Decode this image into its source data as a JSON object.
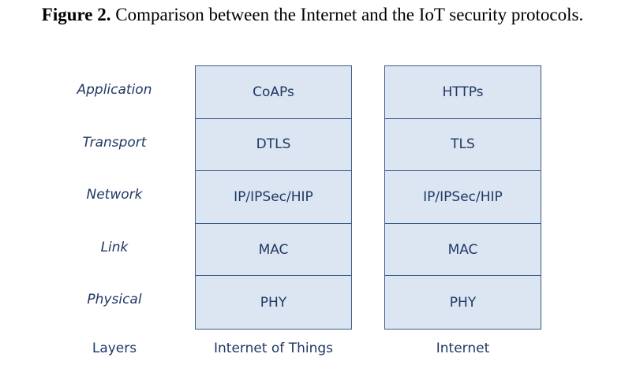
{
  "caption": {
    "label": "Figure 2.",
    "text": "Comparison between the Internet and the IoT security protocols."
  },
  "layers": [
    "Application",
    "Transport",
    "Network",
    "Link",
    "Physical"
  ],
  "iot_stack": [
    "CoAPs",
    "DTLS",
    "IP/IPSec/HIP",
    "MAC",
    "PHY"
  ],
  "internet_stack": [
    "HTTPs",
    "TLS",
    "IP/IPSec/HIP",
    "MAC",
    "PHY"
  ],
  "column_labels": {
    "layers": "Layers",
    "iot": "Internet of Things",
    "internet": "Internet"
  },
  "colors": {
    "cell_fill": "#dce6f2",
    "cell_border": "#3d5a86",
    "text": "#1f3864"
  }
}
